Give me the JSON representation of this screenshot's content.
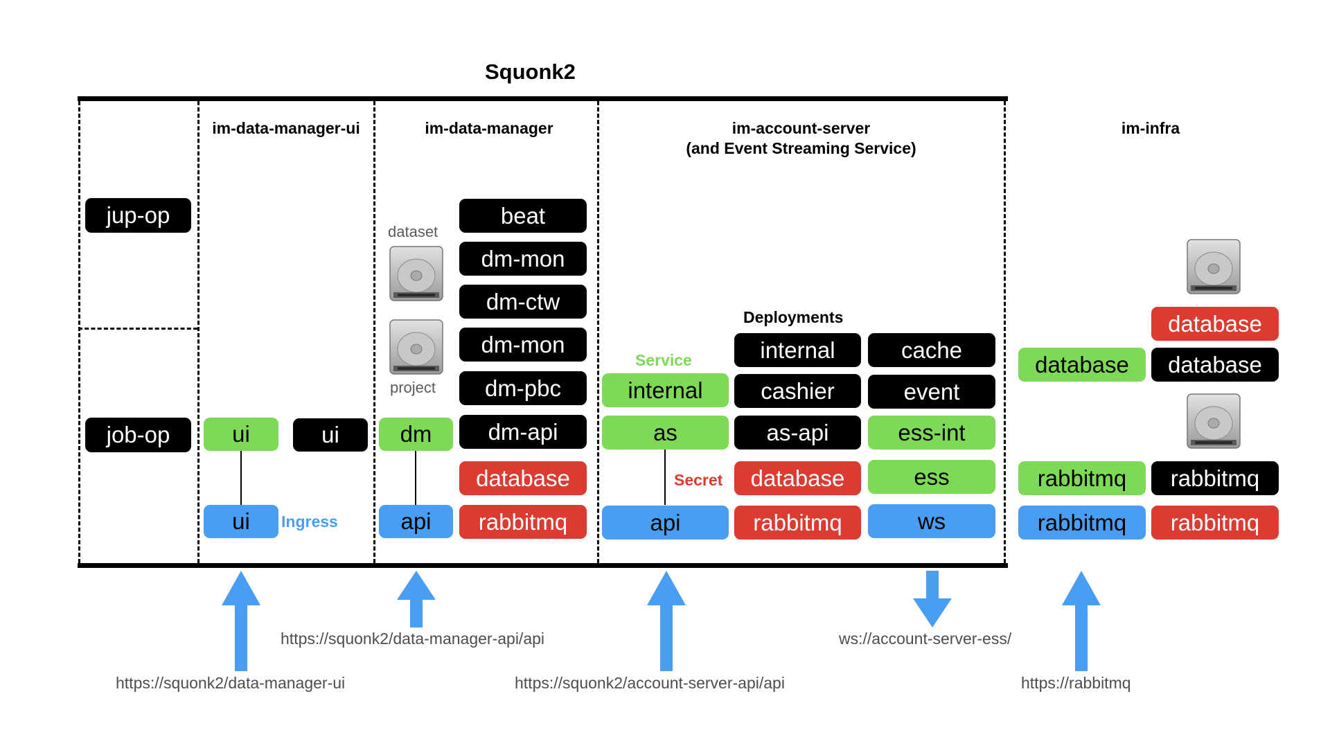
{
  "title": "Squonk2",
  "columns": {
    "ui": "im-data-manager-ui",
    "dm": "im-data-manager",
    "as_line1": "im-account-server",
    "as_line2": "(and Event Streaming Service)",
    "infra": "im-infra"
  },
  "labels": {
    "dataset": "dataset",
    "project": "project",
    "deployments": "Deployments",
    "service": "Service",
    "secret": "Secret",
    "ingress": "Ingress"
  },
  "pills": {
    "jup_op": "jup-op",
    "job_op": "job-op",
    "ui_service": "ui",
    "ui_deploy": "ui",
    "ui_ingress": "ui",
    "dm_service": "dm",
    "dm_ingress": "api",
    "beat": "beat",
    "dm_mon_1": "dm-mon",
    "dm_ctw": "dm-ctw",
    "dm_mon_2": "dm-mon",
    "dm_pbc": "dm-pbc",
    "dm_api": "dm-api",
    "dm_secret_db": "database",
    "dm_secret_rmq": "rabbitmq",
    "as_svc_internal": "internal",
    "as_svc_as": "as",
    "as_ingress_api": "api",
    "as_dep_internal": "internal",
    "as_dep_cashier": "cashier",
    "as_dep_asapi": "as-api",
    "as_secret_db": "database",
    "as_secret_rmq": "rabbitmq",
    "ess_cache": "cache",
    "ess_event": "event",
    "ess_int": "ess-int",
    "ess": "ess",
    "ess_ws": "ws",
    "infra_db_secret": "database",
    "infra_db_service": "database",
    "infra_db_deploy": "database",
    "infra_rmq_service": "rabbitmq",
    "infra_rmq_deploy": "rabbitmq",
    "infra_rmq_ingress": "rabbitmq",
    "infra_rmq_secret": "rabbitmq"
  },
  "urls": {
    "dm_ui": "https://squonk2/data-manager-ui",
    "dm_api": "https://squonk2/data-manager-api/api",
    "as_api": "https://squonk2/account-server-api/api",
    "ess_ws": "ws://account-server-ess/",
    "rabbitmq": "https://rabbitmq"
  },
  "colors": {
    "deployment": "#000000",
    "service": "#7ed957",
    "ingress": "#4a9ef2",
    "secret": "#db3b30",
    "arrow": "#4a9ef2"
  },
  "icons": [
    "hard-disk-icon",
    "arrow-up-icon",
    "arrow-down-icon"
  ]
}
